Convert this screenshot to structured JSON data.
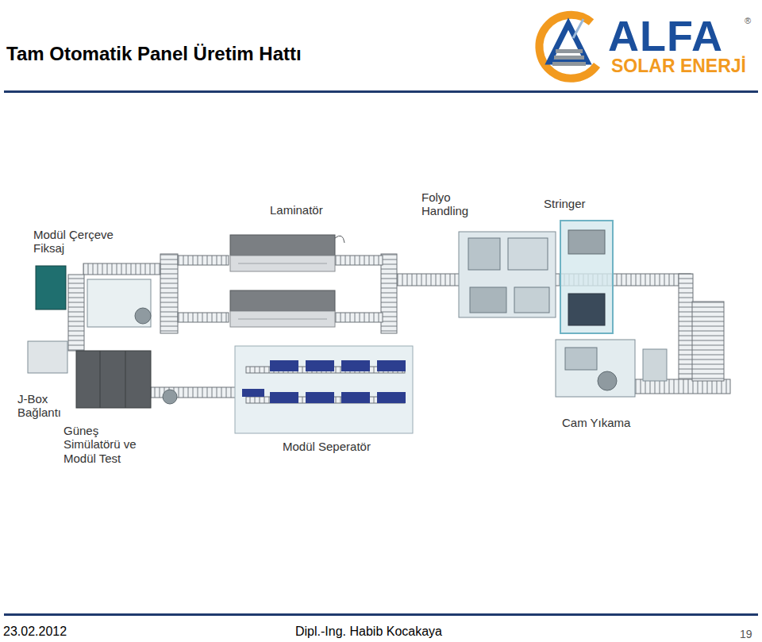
{
  "diagram": {
    "title": "Tam Otomatik Panel Üretim Hattı",
    "labels": [
      "ALFA",
      "®",
      "SOLAR ENERJİ",
      "Laminatör",
      "Folyo Handling",
      "Stringer",
      "Modül Çerçeve Fiksaj",
      "Cam Yıkama",
      "J-Box Bağlantı",
      "Güneş Simülatörü ve Modül Test",
      "Modül Seperatör",
      "23.02.2012",
      "Dipl.-Ing. Habib Kocakaya",
      "19"
    ]
  }
}
